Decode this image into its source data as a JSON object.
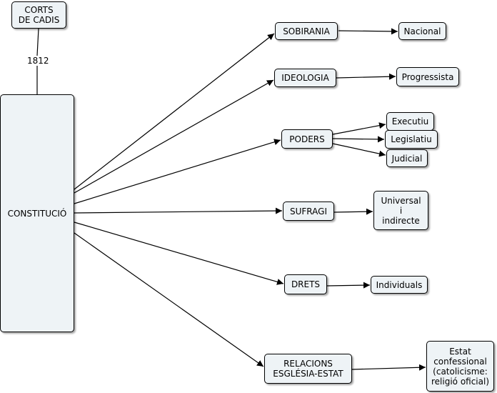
{
  "nodes": {
    "corts": "CORTS\nDE CADIS",
    "constitucio": "CONSTITUCIÓ",
    "sobirania": "SOBIRANIA",
    "nacional": "Nacional",
    "ideologia": "IDEOLOGIA",
    "progressista": "Progressista",
    "poders": "PODERS",
    "executiu": "Executiu",
    "legislatiu": "Legislatiu",
    "judicial": "Judicial",
    "sufragi": "SUFRAGI",
    "universal": "Universal\ni\nindirecte",
    "drets": "DRETS",
    "individuals": "Individuals",
    "relacions": "RELACIONS\nESGLÉSIA-ESTAT",
    "estat": "Estat\nconfessional\n(catolicisme:\nreligió oficial)"
  },
  "link_labels": {
    "year": "1812"
  },
  "colors": {
    "node_fill": "#eef3f6",
    "border": "#000000",
    "line": "#000000"
  }
}
